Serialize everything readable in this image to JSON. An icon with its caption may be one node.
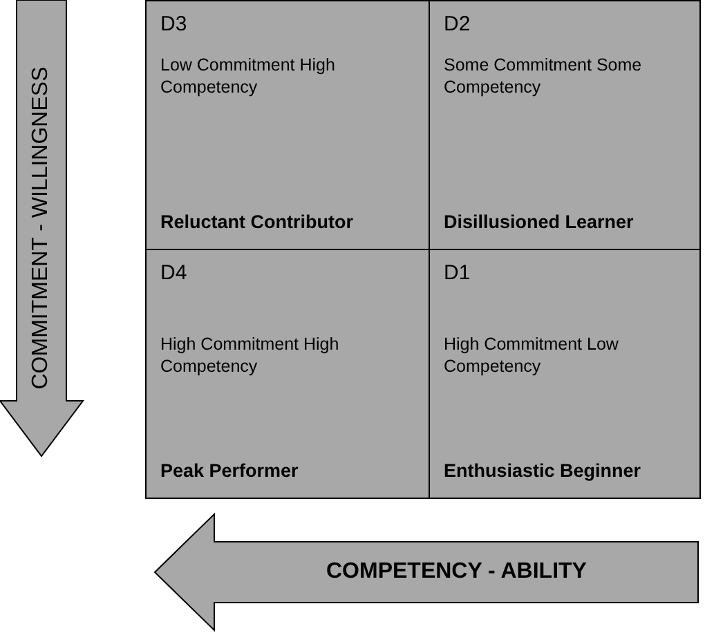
{
  "diagram": {
    "nodes": [
      {
        "text": [
          "D3",
          "Low Commitment High Competency",
          "Reluctant Contributor"
        ]
      },
      {
        "text": [
          "D2",
          "Some Commitment Some Competency",
          "Disillusioned Learner"
        ]
      },
      {
        "text": [
          "D4",
          "High Commitment High Competency",
          "Peak Performer"
        ]
      },
      {
        "text": [
          "D1",
          "High Commitment Low Competency",
          "Enthusiastic Beginner"
        ]
      }
    ],
    "labels": [
      "COMMITMENT - WILLINGNESS",
      "COMPETENCY - ABILITY"
    ]
  }
}
